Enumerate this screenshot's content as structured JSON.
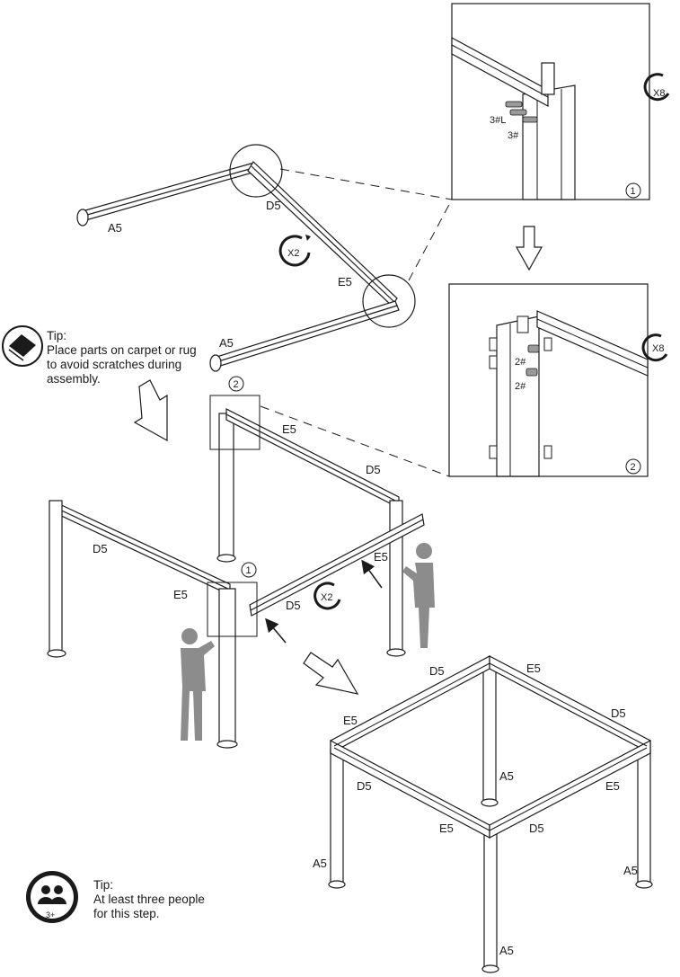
{
  "tips": {
    "carpet": {
      "heading": "Tip:",
      "lines": [
        "Place parts on carpet or rug",
        "to avoid scratches during",
        "assembly."
      ]
    },
    "people": {
      "heading": "Tip:",
      "lines": [
        "At least three people",
        "for this step."
      ],
      "badge": "3+"
    }
  },
  "multipliers": {
    "top_assembly": "X2",
    "front_assembly": "X2",
    "detail_1": "X8",
    "detail_2": "X8"
  },
  "callouts": {
    "one": "1",
    "two": "2"
  },
  "bolts": {
    "detail_1_a": "3#L",
    "detail_1_b": "3#",
    "detail_2_a": "2#",
    "detail_2_b": "2#"
  },
  "parts": {
    "top_a5_left": "A5",
    "top_d5": "D5",
    "top_e5": "E5",
    "top_a5_bottom": "A5",
    "mid_e5_top": "E5",
    "mid_d5_top": "D5",
    "mid_d5_left": "D5",
    "mid_e5_left": "E5",
    "mid_e5_right": "E5",
    "mid_d5_front": "D5",
    "fin_d5_back": "D5",
    "fin_e5_back": "E5",
    "fin_e5_left": "E5",
    "fin_d5_right": "D5",
    "fin_a5_center": "A5",
    "fin_d5_left": "D5",
    "fin_e5_right": "E5",
    "fin_e5_front": "E5",
    "fin_d5_front": "D5",
    "fin_a5_left": "A5",
    "fin_a5_right": "A5",
    "fin_a5_bottom": "A5"
  }
}
